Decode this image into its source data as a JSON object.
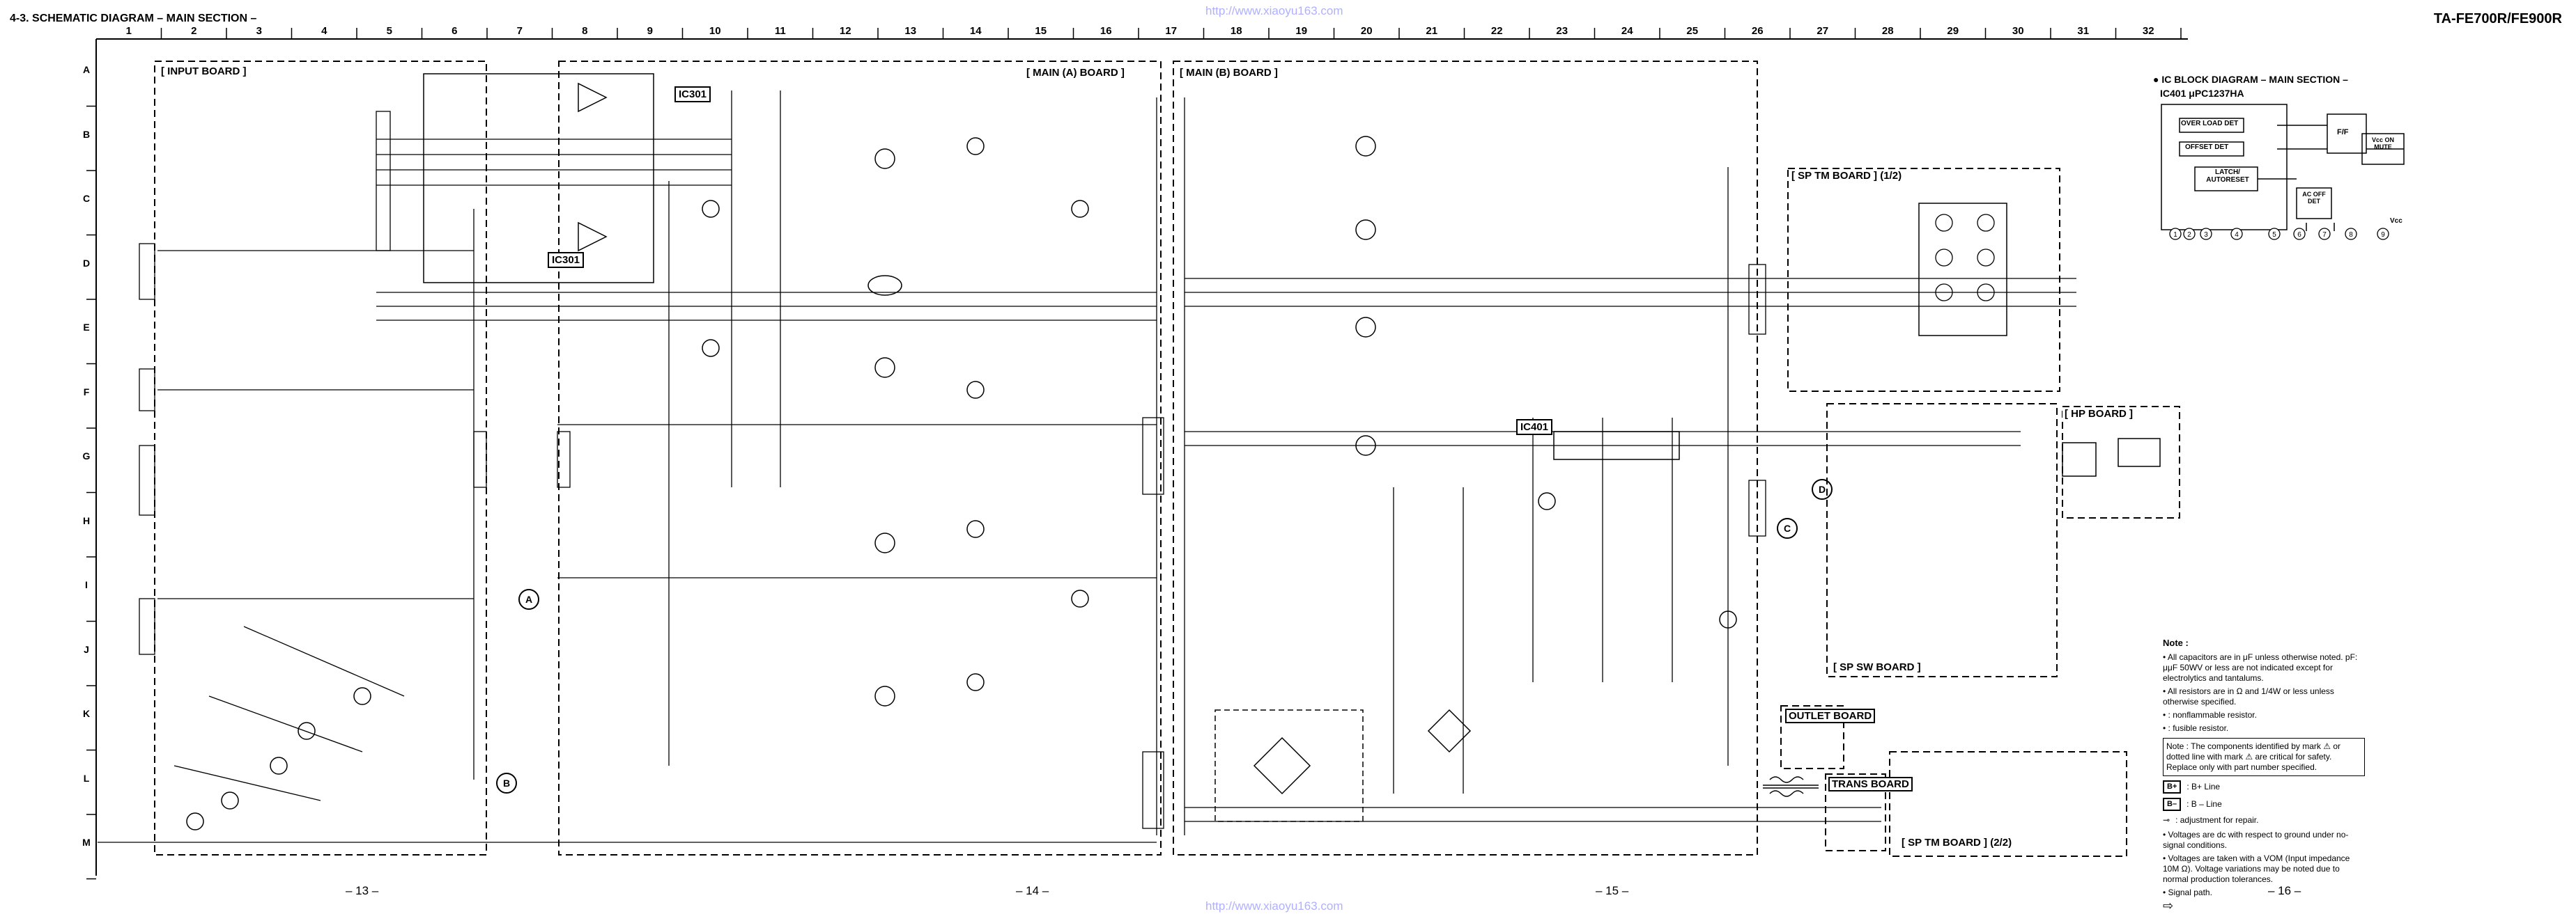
{
  "header": {
    "section_title": "4-3. SCHEMATIC DIAGRAM – MAIN SECTION –",
    "model": "TA-FE700R/FE900R",
    "watermark": "http://www.xiaoyu163.com"
  },
  "grid": {
    "columns": [
      "1",
      "2",
      "3",
      "4",
      "5",
      "6",
      "7",
      "8",
      "9",
      "10",
      "11",
      "12",
      "13",
      "14",
      "15",
      "16",
      "17",
      "18",
      "19",
      "20",
      "21",
      "22",
      "23",
      "24",
      "25",
      "26",
      "27",
      "28",
      "29",
      "30",
      "31",
      "32"
    ],
    "rows": [
      "A",
      "B",
      "C",
      "D",
      "E",
      "F",
      "G",
      "H",
      "I",
      "J",
      "K",
      "L",
      "M"
    ]
  },
  "pages": [
    "– 13 –",
    "– 14 –",
    "– 15 –",
    "– 16 –"
  ],
  "boards": {
    "input": "[ INPUT BOARD ]",
    "main_a": "[ MAIN (A) BOARD ]",
    "main_b": "[ MAIN (B) BOARD ]",
    "sp_tm_1": "[ SP TM BOARD ] (1/2)",
    "sp_sw": "[ SP SW BOARD ]",
    "hp": "[ HP BOARD ]",
    "outlet": "OUTLET BOARD",
    "trans": "TRANS BOARD",
    "sp_tm_2": "[ SP TM BOARD ] (2/2)"
  },
  "ic_labels": {
    "ic301_top": "IC301",
    "ic301_bottom": "IC301",
    "ic401": "IC401"
  },
  "connectors": {
    "a": "A",
    "b": "B",
    "c": "C",
    "d": "D"
  },
  "ic_block": {
    "title": "● IC BLOCK DIAGRAM – MAIN SECTION –",
    "subtitle": "IC401  μPC1237HA",
    "blocks": [
      "OVER LOAD DET",
      "OFFSET DET",
      "LATCH/ AUTORESET",
      "AC OFF DET",
      "F/F",
      "Vcc ON MUTE"
    ],
    "pins": [
      "1",
      "2",
      "3",
      "4",
      "5",
      "6",
      "7",
      "8",
      "9"
    ],
    "vcc": "Vcc"
  },
  "notes": {
    "title": "Note :",
    "items": [
      "• All capacitors are in μF unless otherwise noted. pF: μμF 50WV or less are not indicated except for electrolytics and tantalums.",
      "• All resistors are in Ω and 1/4W or less unless otherwise specified.",
      "• : nonflammable resistor.",
      "• : fusible resistor."
    ],
    "box": "Note : The components identified by mark ⚠ or dotted line with mark ⚠ are critical for safety. Replace only with part number specified.",
    "legend": [
      {
        "sym": "B+",
        "text": ": B+ Line"
      },
      {
        "sym": "B–",
        "text": ": B – Line"
      },
      {
        "sym": "⊸",
        "text": ": adjustment for repair."
      }
    ],
    "items2": [
      "• Voltages are dc with respect to ground under no-signal conditions.",
      "• Voltages are taken with a VOM (Input impedance 10M Ω). Voltage variations may be noted due to normal production tolerances.",
      "• Signal path."
    ],
    "signal_arrow": "⇨"
  },
  "colors": {
    "ink": "#000000",
    "watermark": "#b0b0ff",
    "board_grey": "#d8d8d8"
  }
}
